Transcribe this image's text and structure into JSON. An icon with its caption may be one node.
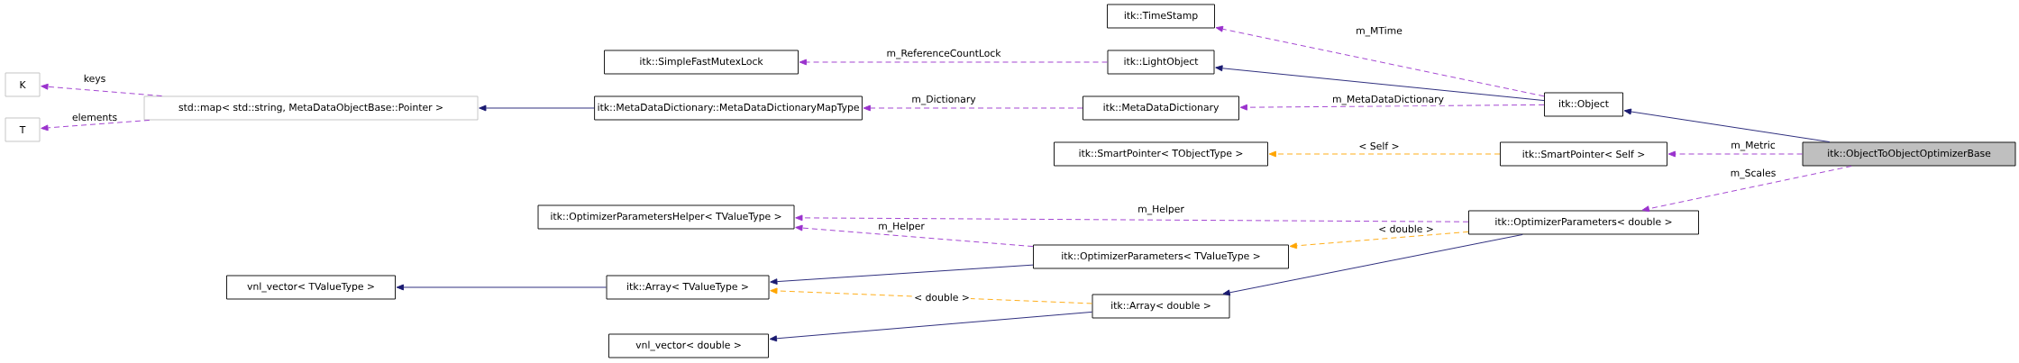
{
  "diagram": {
    "nodes": [
      {
        "text": [
          "K"
        ]
      },
      {
        "text": [
          "T"
        ]
      },
      {
        "text": [
          "std::map< std::string, MetaDataObjectBase::Pointer >"
        ]
      },
      {
        "text": [
          "itk::SimpleFastMutexLock"
        ]
      },
      {
        "text": [
          "itk::MetaDataDictionary::MetaDataDictionaryMapType"
        ]
      },
      {
        "text": [
          "itk::TimeStamp"
        ]
      },
      {
        "text": [
          "itk::LightObject"
        ]
      },
      {
        "text": [
          "itk::MetaDataDictionary"
        ]
      },
      {
        "text": [
          "itk::Object"
        ]
      },
      {
        "text": [
          "itk::SmartPointer< TObjectType >"
        ]
      },
      {
        "text": [
          "itk::SmartPointer< Self >"
        ]
      },
      {
        "text": [
          "itk::ObjectToObjectOptimizerBase"
        ]
      },
      {
        "text": [
          "itk::OptimizerParametersHelper< TValueType >"
        ]
      },
      {
        "text": [
          "itk::OptimizerParameters< double >"
        ]
      },
      {
        "text": [
          "itk::OptimizerParameters< TValueType >"
        ]
      },
      {
        "text": [
          "vnl_vector< TValueType >"
        ]
      },
      {
        "text": [
          "itk::Array< TValueType >"
        ]
      },
      {
        "text": [
          "itk::Array< double >"
        ]
      },
      {
        "text": [
          "vnl_vector< double >"
        ]
      }
    ],
    "edges": [
      {
        "from": 2,
        "to": 0,
        "arrow": "to",
        "label": "keys",
        "style": "dashed"
      },
      {
        "from": 2,
        "to": 1,
        "arrow": "to",
        "label": "elements",
        "style": "dashed"
      },
      {
        "from": 4,
        "to": 2,
        "arrow": "to",
        "color": "#191970"
      },
      {
        "from": 6,
        "to": 3,
        "arrow": "to",
        "label": "m_ReferenceCountLock",
        "style": "dashed"
      },
      {
        "from": 7,
        "to": 4,
        "arrow": "to",
        "label": "m_Dictionary",
        "style": "dashed"
      },
      {
        "from": 8,
        "to": 5,
        "arrow": "to",
        "label": "m_MTime",
        "style": "dashed"
      },
      {
        "from": 8,
        "to": 6,
        "arrow": "to",
        "color": "#191970"
      },
      {
        "from": 8,
        "to": 7,
        "arrow": "to",
        "label": "m_MetaDataDictionary",
        "style": "dashed"
      },
      {
        "from": 11,
        "to": 8,
        "arrow": "to",
        "color": "#191970"
      },
      {
        "from": 11,
        "to": 10,
        "arrow": "to",
        "label": "m_Metric",
        "style": "dashed"
      },
      {
        "from": 10,
        "to": 9,
        "arrow": "to",
        "label": "< Self >",
        "style": "dashed",
        "color": "#ffa500"
      },
      {
        "from": 11,
        "to": 13,
        "arrow": "to",
        "label": "m_Scales",
        "style": "dashed"
      },
      {
        "from": 13,
        "to": 12,
        "arrow": "to",
        "label": "m_Helper",
        "style": "dashed"
      },
      {
        "from": 14,
        "to": 12,
        "arrow": "to",
        "label": "m_Helper",
        "style": "dashed"
      },
      {
        "from": 13,
        "to": 14,
        "arrow": "to",
        "label": "< double >",
        "style": "dashed",
        "color": "#ffa500"
      },
      {
        "from": 14,
        "to": 16,
        "arrow": "to",
        "color": "#191970"
      },
      {
        "from": 13,
        "to": 17,
        "arrow": "to",
        "color": "#191970"
      },
      {
        "from": 16,
        "to": 15,
        "arrow": "to",
        "color": "#191970"
      },
      {
        "from": 17,
        "to": 16,
        "arrow": "to",
        "label": "< double >",
        "style": "dashed",
        "color": "#ffa500"
      },
      {
        "from": 17,
        "to": 18,
        "arrow": "to",
        "color": "#191970"
      }
    ]
  }
}
